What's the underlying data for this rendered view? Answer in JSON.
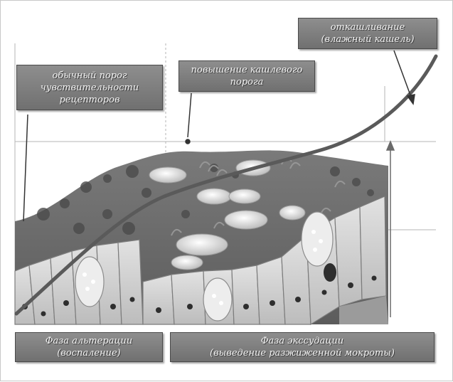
{
  "labels": {
    "threshold_normal": [
      "обычный порог",
      "чувствительности",
      "рецепторов"
    ],
    "threshold_raised": [
      "повышение кашлевого",
      "порога"
    ],
    "expectoration": [
      "откашливание",
      "(влажный кашель)"
    ]
  },
  "phases": {
    "alteration": [
      "Фаза альтерации",
      "(воспаление)"
    ],
    "exudation": [
      "Фаза экссудации",
      "(выведение разжиженной мокроты)"
    ]
  },
  "colors": {
    "box": "#7d7d7d",
    "curve": "#5a5a5a",
    "tissue_dark": "#6e6e6e",
    "tissue_light": "#cfcfcf"
  }
}
